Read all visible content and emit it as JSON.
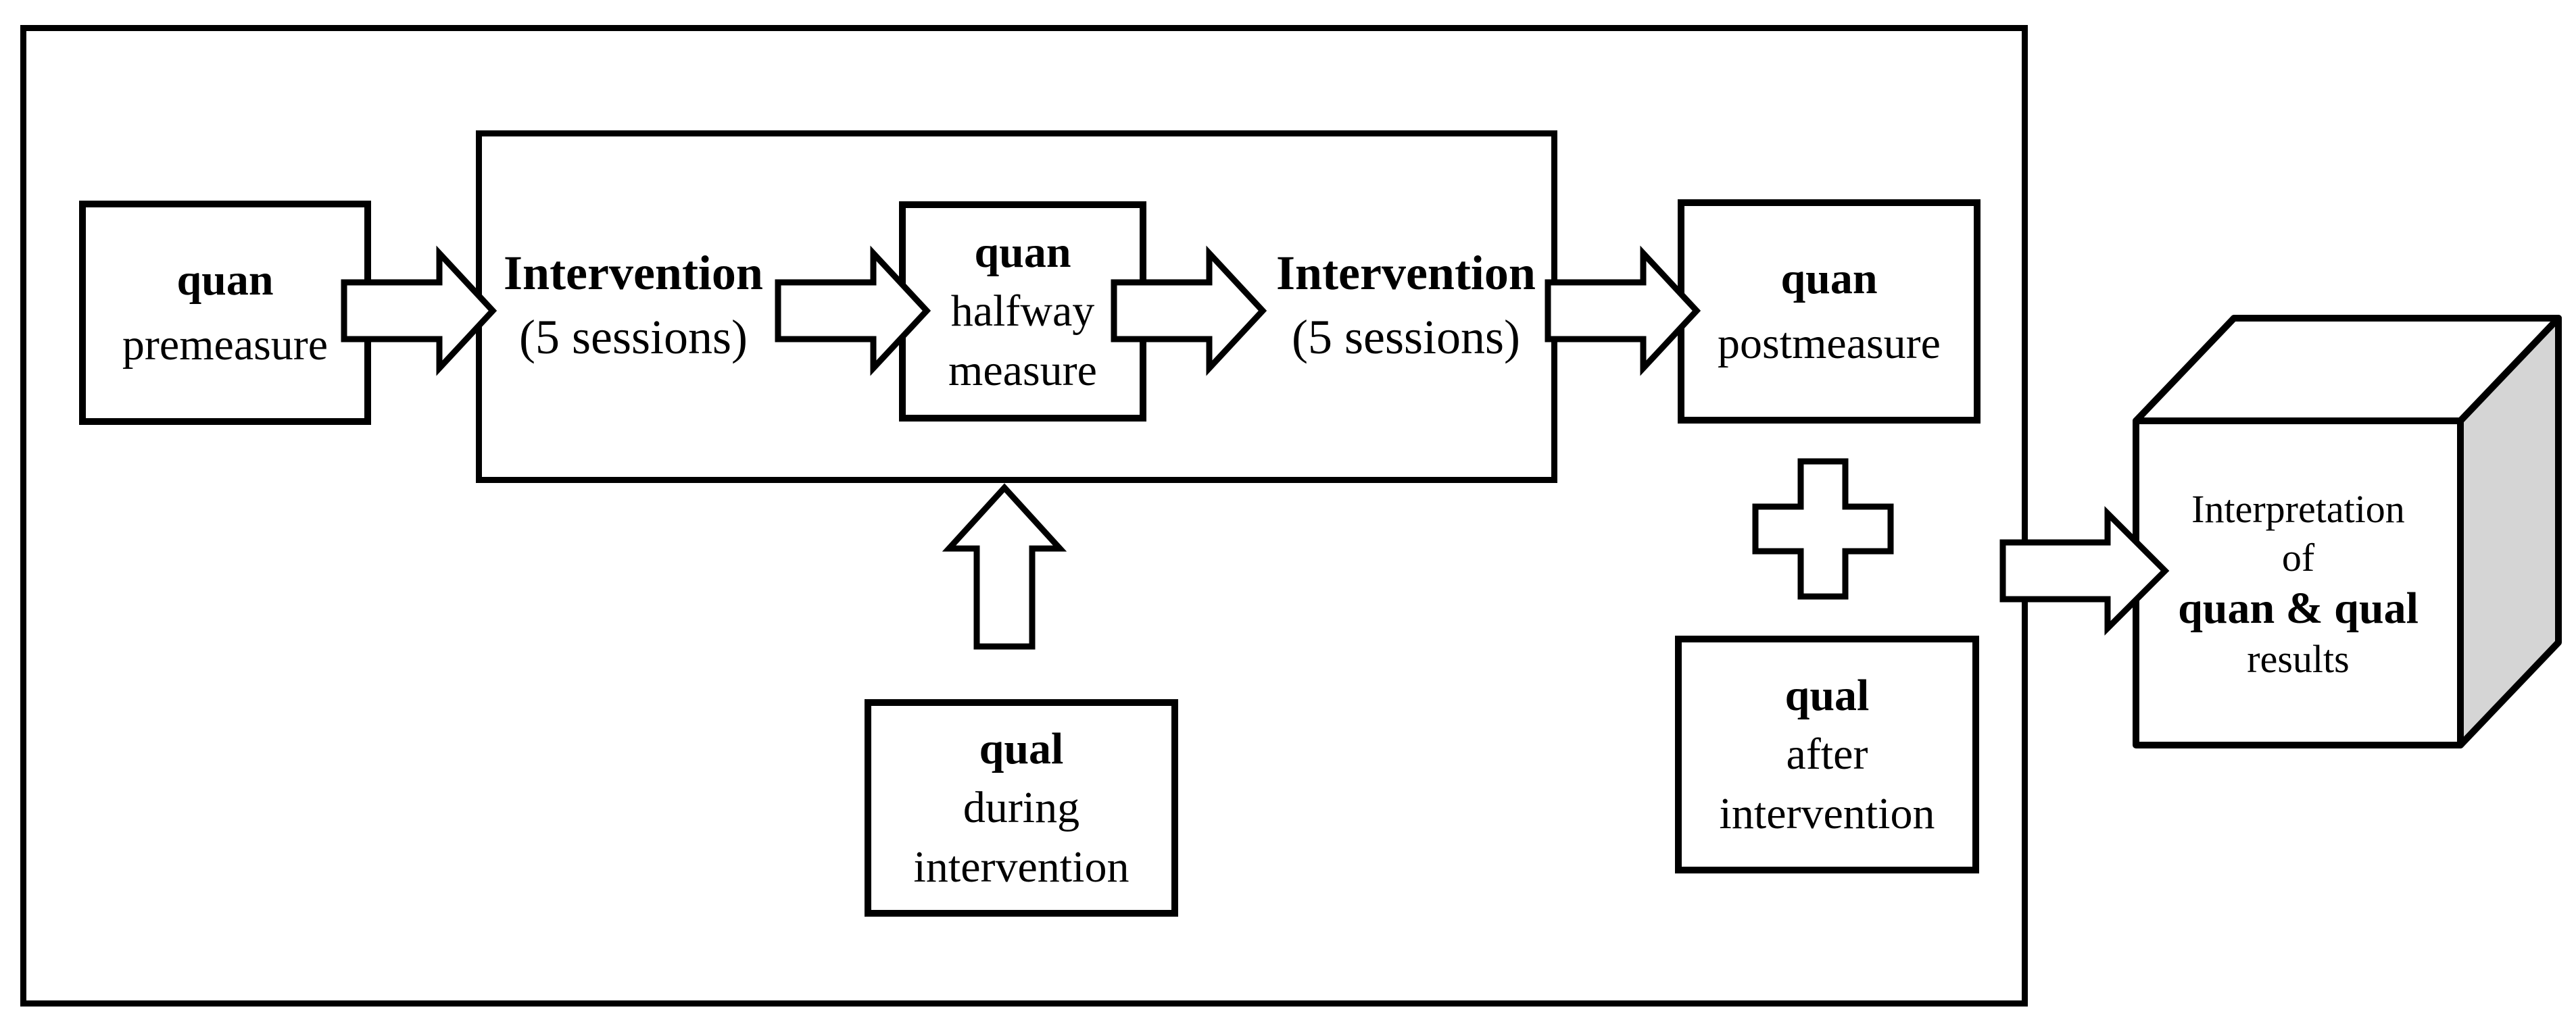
{
  "figure": {
    "title": "mixed methods intervention design flow diagram",
    "boxes": {
      "quan_premeasure": {
        "title": "quan",
        "lines": [
          "premeasure"
        ]
      },
      "intervention_1": {
        "title": "Intervention",
        "lines": [
          "(5 sessions)"
        ]
      },
      "quan_halfway": {
        "title": "quan",
        "lines": [
          "halfway",
          "measure"
        ]
      },
      "intervention_2": {
        "title": "Intervention",
        "lines": [
          "(5 sessions)"
        ]
      },
      "quan_postmeasure": {
        "title": "quan",
        "lines": [
          "postmeasure"
        ]
      },
      "qual_during": {
        "title": "qual",
        "lines": [
          "during",
          "intervention"
        ]
      },
      "qual_after": {
        "title": "qual",
        "lines": [
          "after",
          "intervention"
        ]
      },
      "interpretation": {
        "line1": "Interpretation",
        "line2": "of",
        "line3_bold": "quan & qual",
        "line4": "results"
      }
    },
    "icons": {
      "flow_arrow": "right-block-arrow",
      "up_arrow": "up-block-arrow",
      "plus": "plus-cross",
      "interpretation_shape": "3d-cube"
    },
    "colors": {
      "line": "#000000",
      "fill": "#ffffff",
      "cube_side": "#d5d5d5"
    }
  }
}
